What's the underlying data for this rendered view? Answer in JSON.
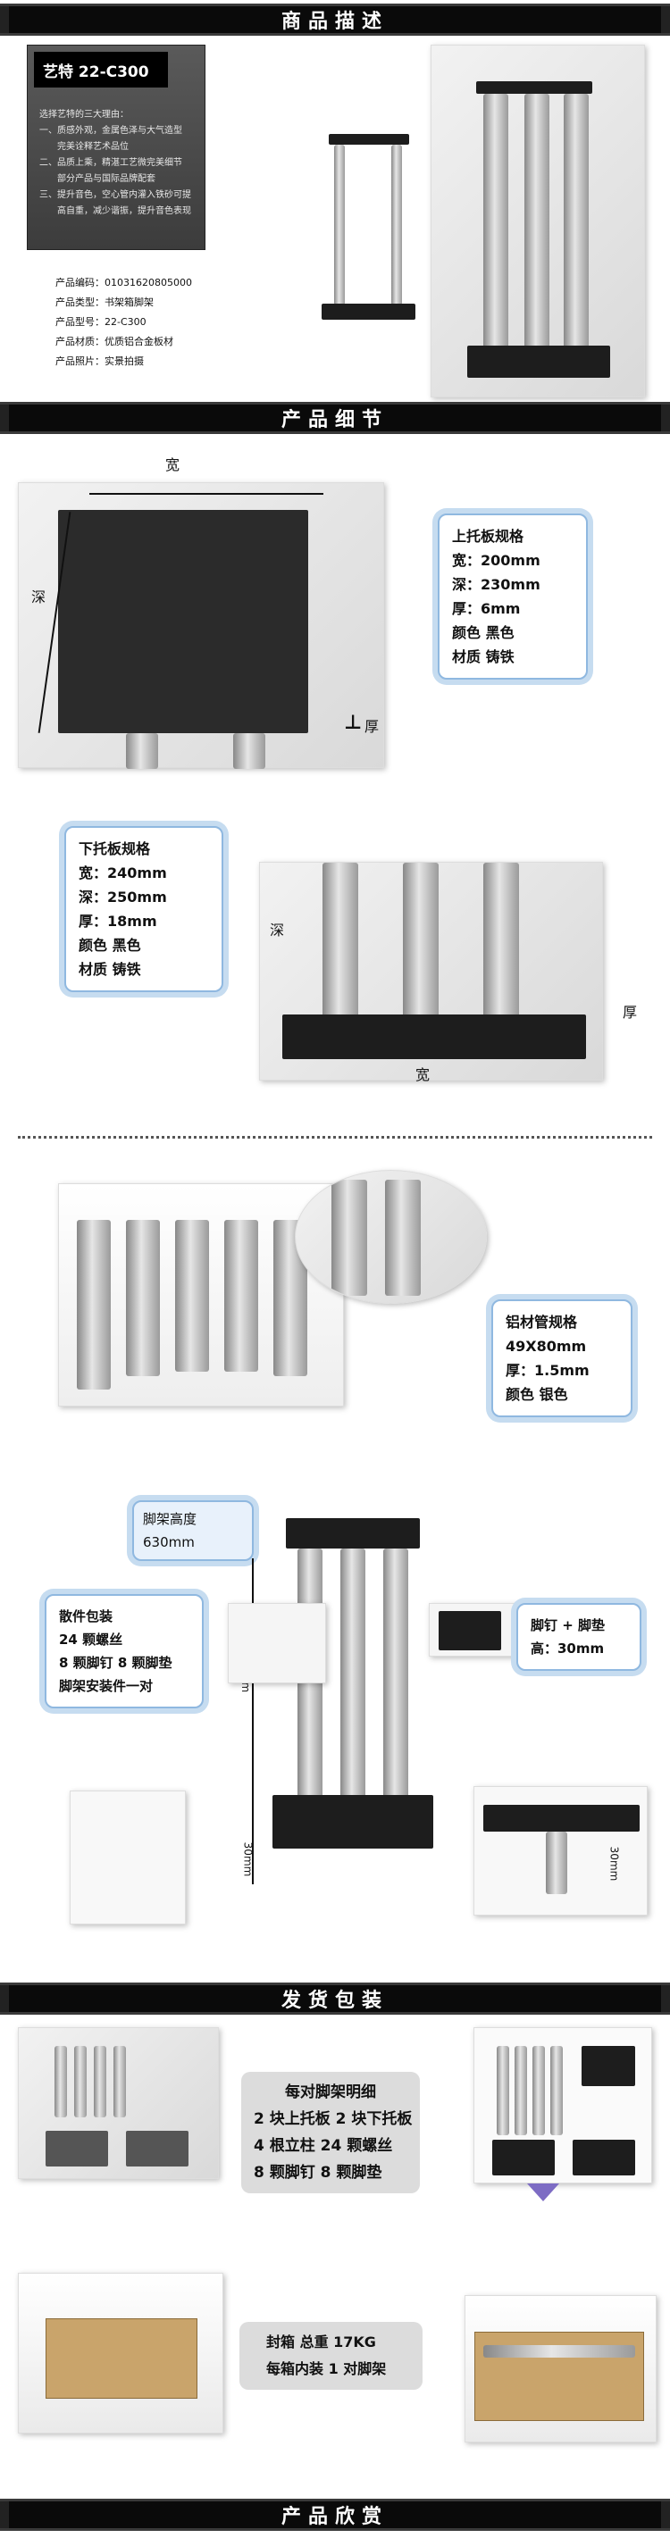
{
  "sections": {
    "description": "商品描述",
    "details": "产品细节",
    "packing": "发货包装",
    "showcase": "产品欣赏"
  },
  "product": {
    "model_tag": "艺特 22-C300",
    "reasons": [
      "选择艺特的三大理由：",
      "一、质感外观，金属色泽与大气造型",
      "　　完美诠释艺术品位",
      "二、品质上乘，精湛工艺微完美细节",
      "　　部分产品与国际品牌配套",
      "三、提升音色，空心管内灌入铁砂可提",
      "　　高自重，减少谐振，提升音色表现"
    ],
    "meta": [
      "产品编码：01031620805000",
      "产品类型：书架箱脚架",
      "产品型号：22-C300",
      "产品材质：优质铝合金板材",
      "产品照片：实景拍摄"
    ]
  },
  "top_plate": {
    "width_label": "宽",
    "depth_label": "深",
    "thick_label": "厚",
    "spec": [
      "上托板规格",
      "宽：200mm",
      "深：230mm",
      "厚：6mm",
      "颜色  黑色",
      "材质  铸铁"
    ]
  },
  "bottom_plate": {
    "width_label": "宽",
    "depth_label": "深",
    "thick_label": "厚",
    "spec": [
      "下托板规格",
      "宽：240mm",
      "深：250mm",
      "厚：18mm",
      "颜色  黑色",
      "材质  铸铁"
    ]
  },
  "tube": {
    "spec": [
      "铝材管规格",
      "49X80mm",
      "厚：1.5mm",
      "颜色  银色"
    ]
  },
  "assembly": {
    "height_title": "脚架高度",
    "height_value": "630mm",
    "dim_600": "600mm",
    "dim_30": "30mm",
    "dim_30_right": "30mm",
    "kit": [
      "散件包装",
      "24 颗螺丝",
      "8 颗脚钉 8 颗脚垫",
      "脚架安装件一对"
    ],
    "feet": [
      "脚钉 + 脚垫",
      "高：30mm"
    ]
  },
  "packing": {
    "contents": [
      "每对脚架明细",
      "2 块上托板 2 块下托板",
      "4 根立柱   24 颗螺丝",
      "8 颗脚钉   8 颗脚垫"
    ],
    "box": [
      "封箱    总重 17KG",
      "每箱内装 1 对脚架"
    ]
  },
  "colors": {
    "bar": "#0a0a0a",
    "spec_border": "#8fb8e0",
    "arrow": "#7d6cc4"
  }
}
